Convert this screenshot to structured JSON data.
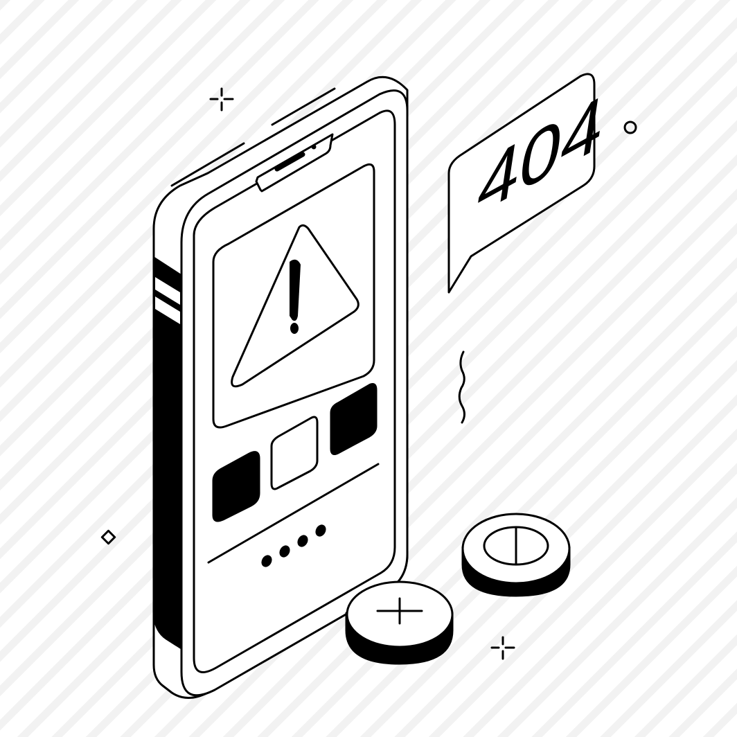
{
  "illustration": {
    "subject": "Smartphone showing error warning with 404 speech bubble",
    "colors": {
      "background": "#ffffff",
      "stripe": "#f2f2f2",
      "ink": "#000000"
    }
  },
  "speech_bubble": {
    "text": "404"
  },
  "phone_screen": {
    "alert_icon": "warning-triangle-icon",
    "alert_glyph": "!",
    "tiles": [
      "filled",
      "outline",
      "filled"
    ],
    "page_dots": 4
  },
  "coins": [
    {
      "symbol": "+",
      "icon": "plus-icon"
    },
    {
      "symbol": "⦶",
      "icon": "split-circle-icon"
    }
  ],
  "decorations": [
    "sparkle-icon",
    "ring-icon",
    "diamond-icon",
    "squiggle-icon",
    "sparkle-icon"
  ]
}
